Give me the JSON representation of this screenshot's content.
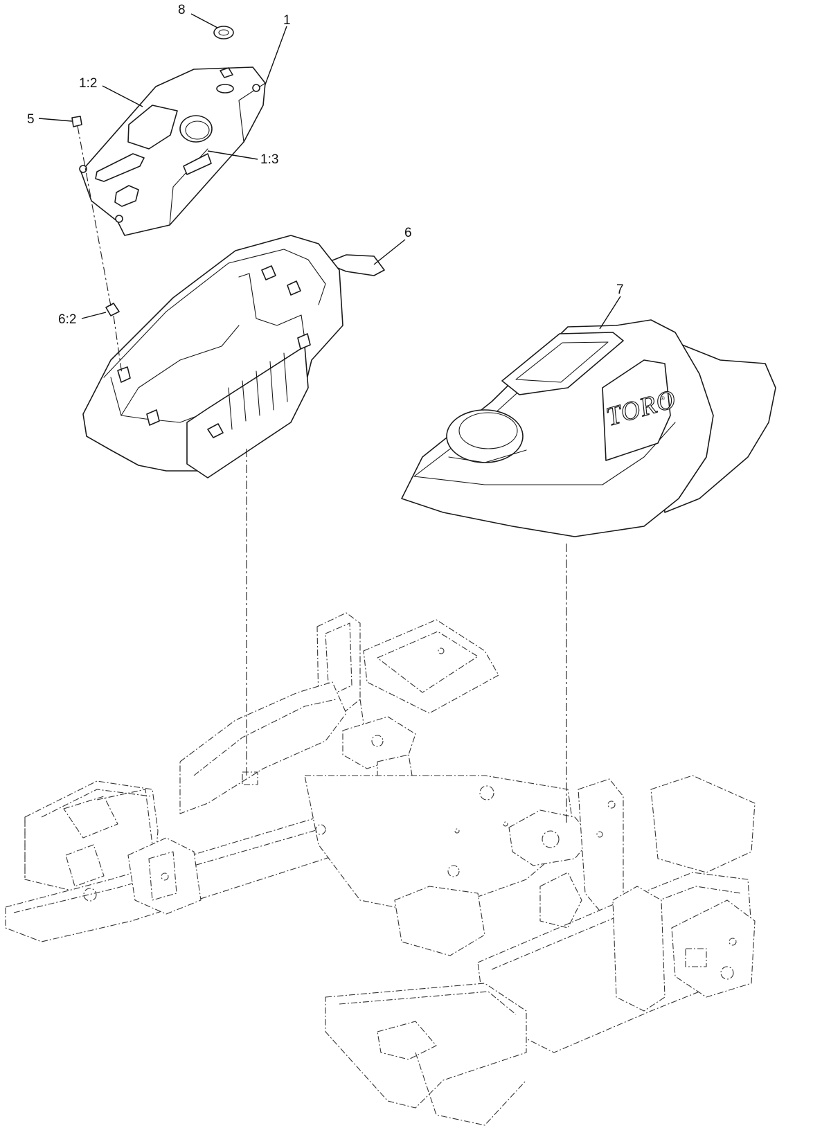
{
  "callouts": {
    "c1": "1",
    "c1_2": "1:2",
    "c1_3": "1:3",
    "c5": "5",
    "c6": "6",
    "c6_2": "6:2",
    "c7": "7",
    "c8": "8"
  },
  "brand_logo": "TORO",
  "brand_reg": "®"
}
